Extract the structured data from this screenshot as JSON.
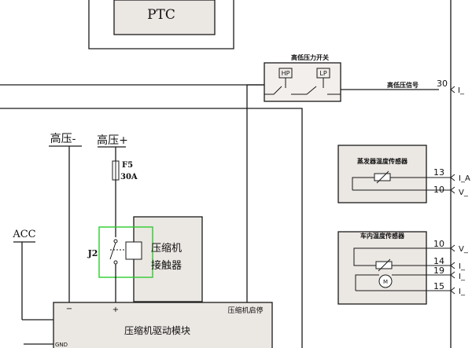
{
  "ptc": {
    "label": "PTC"
  },
  "pressure_switch": {
    "title": "高低压力开关",
    "hp_label": "HP",
    "lp_label": "LP"
  },
  "signal_30": {
    "name": "高低压信号",
    "pin": "30",
    "terminal": "I_"
  },
  "hv_neg": {
    "label": "高压-"
  },
  "hv_pos": {
    "label": "高压+"
  },
  "fuse": {
    "name": "F5",
    "rating": "30A"
  },
  "acc": {
    "label": "ACC"
  },
  "relay": {
    "name": "J2",
    "label_line1": "压缩机",
    "label_line2": "接触器"
  },
  "module": {
    "title": "压缩机驱动模块",
    "enable_label": "压缩机启停",
    "minus": "−",
    "plus": "+",
    "gnd": "GND"
  },
  "evap_sensor": {
    "title": "蒸发器温度传感器",
    "pins": [
      {
        "pin": "13",
        "terminal": "I_A"
      },
      {
        "pin": "10",
        "terminal": "V_"
      }
    ]
  },
  "cabin_sensor": {
    "title": "车内温度传感器",
    "motor": "M",
    "pins": [
      {
        "pin": "10",
        "terminal": "V_"
      },
      {
        "pin": "14",
        "terminal": "I_"
      },
      {
        "pin": "19",
        "terminal": "I_"
      },
      {
        "pin": "15",
        "terminal": "I_"
      }
    ]
  }
}
